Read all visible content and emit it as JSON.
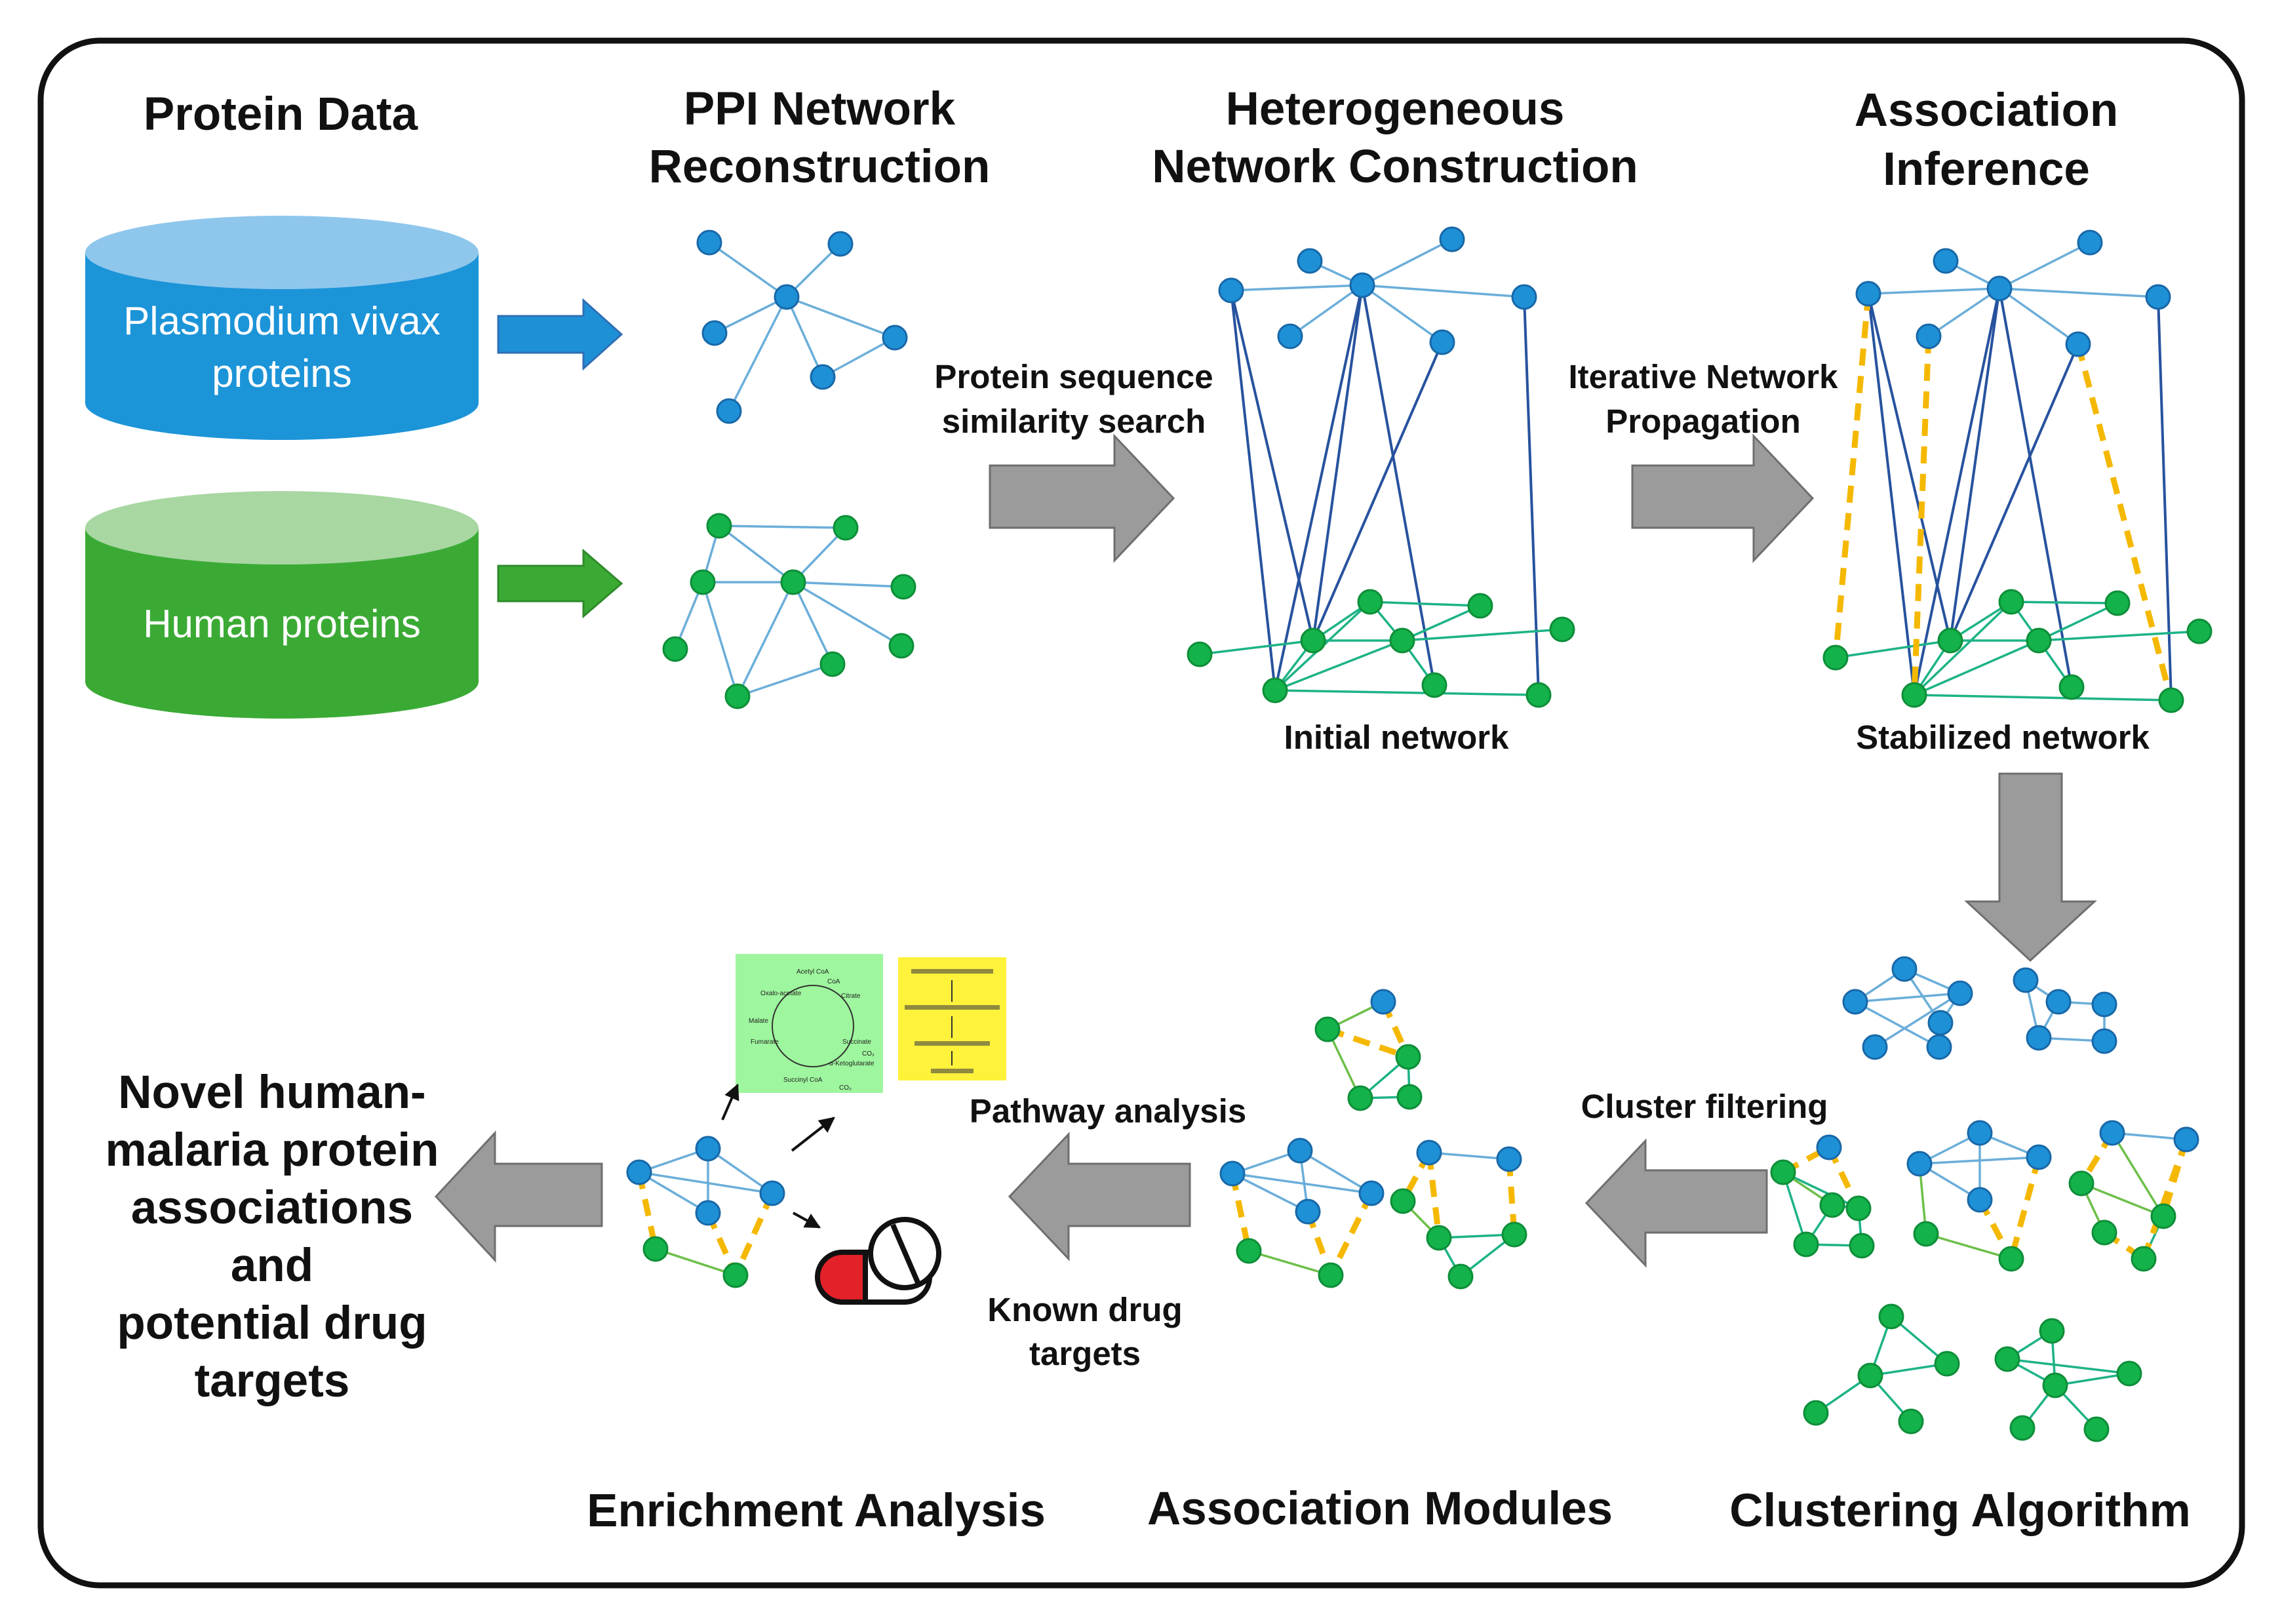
{
  "stages": {
    "protein_data": {
      "title": "Protein Data"
    },
    "ppi_reconstruction": {
      "title_line1": "PPI Network",
      "title_line2": "Reconstruction"
    },
    "heterogeneous": {
      "title_line1": "Heterogeneous",
      "title_line2": "Network Construction",
      "caption": "Initial network"
    },
    "association_inference": {
      "title_line1": "Association",
      "title_line2": "Inference",
      "caption": "Stabilized network"
    },
    "clustering": {
      "title": "Clustering Algorithm"
    },
    "association_modules": {
      "title": "Association Modules"
    },
    "enrichment": {
      "title": "Enrichment Analysis"
    }
  },
  "databases": {
    "plasmodium": {
      "label_line1": "Plasmodium vivax",
      "label_line2": "proteins"
    },
    "human": {
      "label": "Human proteins"
    }
  },
  "arrows": {
    "sequence_search": {
      "line1": "Protein sequence",
      "line2": "similarity search"
    },
    "network_propagation": {
      "line1": "Iterative Network",
      "line2": "Propagation"
    },
    "cluster_filtering": {
      "label": "Cluster filtering"
    },
    "pathway_analysis": {
      "label": "Pathway analysis"
    },
    "known_drug_targets": {
      "line1": "Known drug",
      "line2": "targets"
    }
  },
  "outcome": {
    "line1": "Novel human-",
    "line2": "malaria protein",
    "line3": "associations",
    "line4": "and",
    "line5": "potential drug",
    "line6": "targets"
  },
  "pathway_diagram": {
    "nodes": [
      "Acetyl CoA",
      "CoA",
      "Citrate",
      "Oxalo-acetate",
      "Malate",
      "Fumarate",
      "Succinate",
      "Succinyl CoA",
      "α-Ketoglutarate",
      "CO₂",
      "CO₂"
    ]
  },
  "colors": {
    "parasite_blue": "#1E90D6",
    "parasite_cylinder": "#1C94D8",
    "parasite_cylinder_top": "#8FC7EC",
    "human_green": "#13B24A",
    "human_cylinder": "#3BAA35",
    "human_cylinder_top": "#A8D7A2",
    "edge_blue": "#6BAED9",
    "edge_dark_blue": "#27529E",
    "edge_green": "#1DB386",
    "association_dash": "#F5B800",
    "process_arrow": "#9B9B9B",
    "pathway_green_bg": "#9EF69E",
    "pathway_yellow_bg": "#FFF23A",
    "pill_red": "#E22128"
  },
  "icons": [
    "database-cylinder-icon",
    "right-arrow-icon",
    "left-arrow-icon",
    "down-arrow-icon",
    "pill-icon",
    "capsule-icon",
    "pathway-diagram-icon"
  ]
}
